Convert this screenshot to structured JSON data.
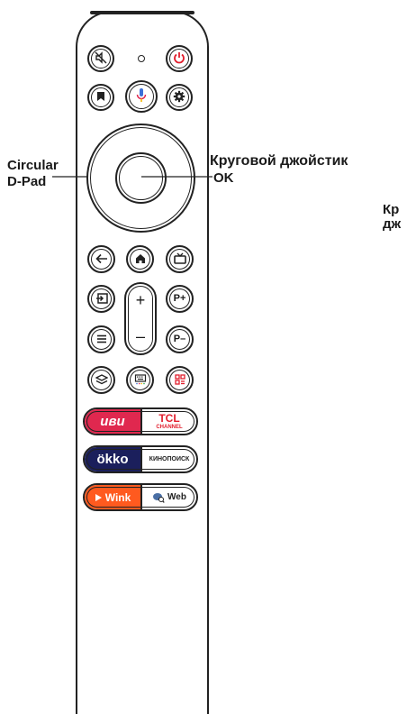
{
  "labels": {
    "circular_dpad_line1": "Circular",
    "circular_dpad_line2": "D-Pad",
    "ru_dpad": "Круговой джойстик",
    "ok": "OK",
    "ru_cut_line1": "Кр",
    "ru_cut_line2": "дж"
  },
  "buttons": {
    "mute": "mute-icon",
    "indicator": "led-indicator",
    "power": "power-icon",
    "bookmark": "bookmark-icon",
    "voice": "microphone-icon",
    "settings": "gear-icon",
    "back": "back-arrow-icon",
    "home": "home-icon",
    "tv": "tv-icon",
    "input": "input-source-icon",
    "volume_up": "+",
    "volume_down": "–",
    "channel_up": "P+",
    "channel_down": "P–",
    "menu": "menu-icon",
    "layers": "layers-icon",
    "keyboard": "keyboard-icon",
    "apps": "apps-icon"
  },
  "app_buttons": {
    "ivi": "иви",
    "tcl_top": "TCL",
    "tcl_bottom": "CHANNEL",
    "okko": "ökko",
    "kinopoisk": "КИНОПОИСК",
    "wink": "Wink",
    "web": "Web"
  },
  "colors": {
    "ivi": "#e0284f",
    "okko": "#1b1f5c",
    "wink": "#ff5a1f",
    "power": "#e21e2d",
    "tcl": "#e21e2d",
    "mic_blue": "#3b6fd8",
    "mic_red": "#e0284f",
    "mic_yellow": "#f5b800",
    "apps": "#e21e2d"
  }
}
